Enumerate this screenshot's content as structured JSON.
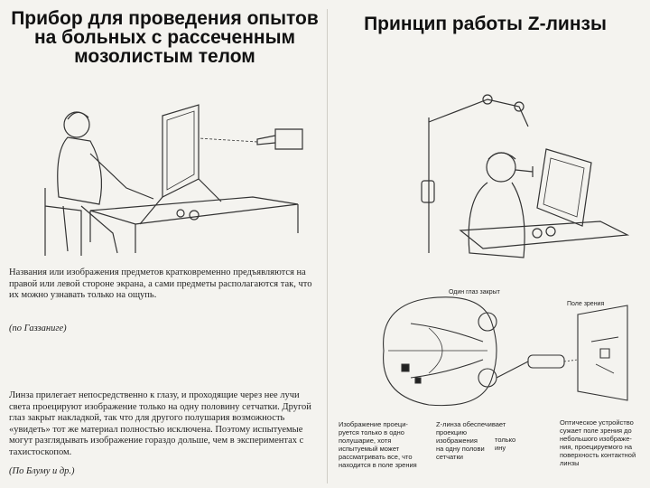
{
  "left": {
    "title_lines": [
      "Прибор для проведения опытов",
      "на больных с рассеченным",
      "мозолистым телом"
    ],
    "paragraph_1": "Названия или изображения предметов кратковременно предъявляются на правой или левой стороне экрана, а сами предметы располагаются так, что их можно узнавать только на ощупь.",
    "citation_1": "(по Газзаниге)",
    "paragraph_2": "Линза прилегает непосредственно к глазу, и проходящие через нее лучи света проецируют изображение только на одну половину сетчатки. Другой глаз закрыт накладкой, так что для другого полушария возможность «увидеть» тот же материал полностью исключена. Поэтому испытуемые могут разглядывать изображение гораздо дольше, чем в экспериментах с тахистоскопом.",
    "citation_2": "(По Блуму и др.)"
  },
  "right": {
    "title": "Принцип работы Z-линзы",
    "label_eye_closed": "Один глаз закрыт",
    "label_field": "Поле зрения",
    "caption_image": [
      "Изображение проеци-",
      "руется только в одно",
      "полушарие, хотя",
      "испытуемый может",
      "рассматривать все, что",
      "находится в поле зрения"
    ],
    "caption_lens": [
      "Z-линза обеспечивает",
      "проекцию",
      "изображения",
      "на одну полови",
      "сетчатки"
    ],
    "caption_lens_side": [
      "только",
      "ину"
    ],
    "caption_optics": [
      "Оптическое устройство",
      "сужает поле зрения до",
      "небольшого изображе-",
      "ния, проецируемого на",
      "поверхность контактной",
      "линзы"
    ]
  }
}
